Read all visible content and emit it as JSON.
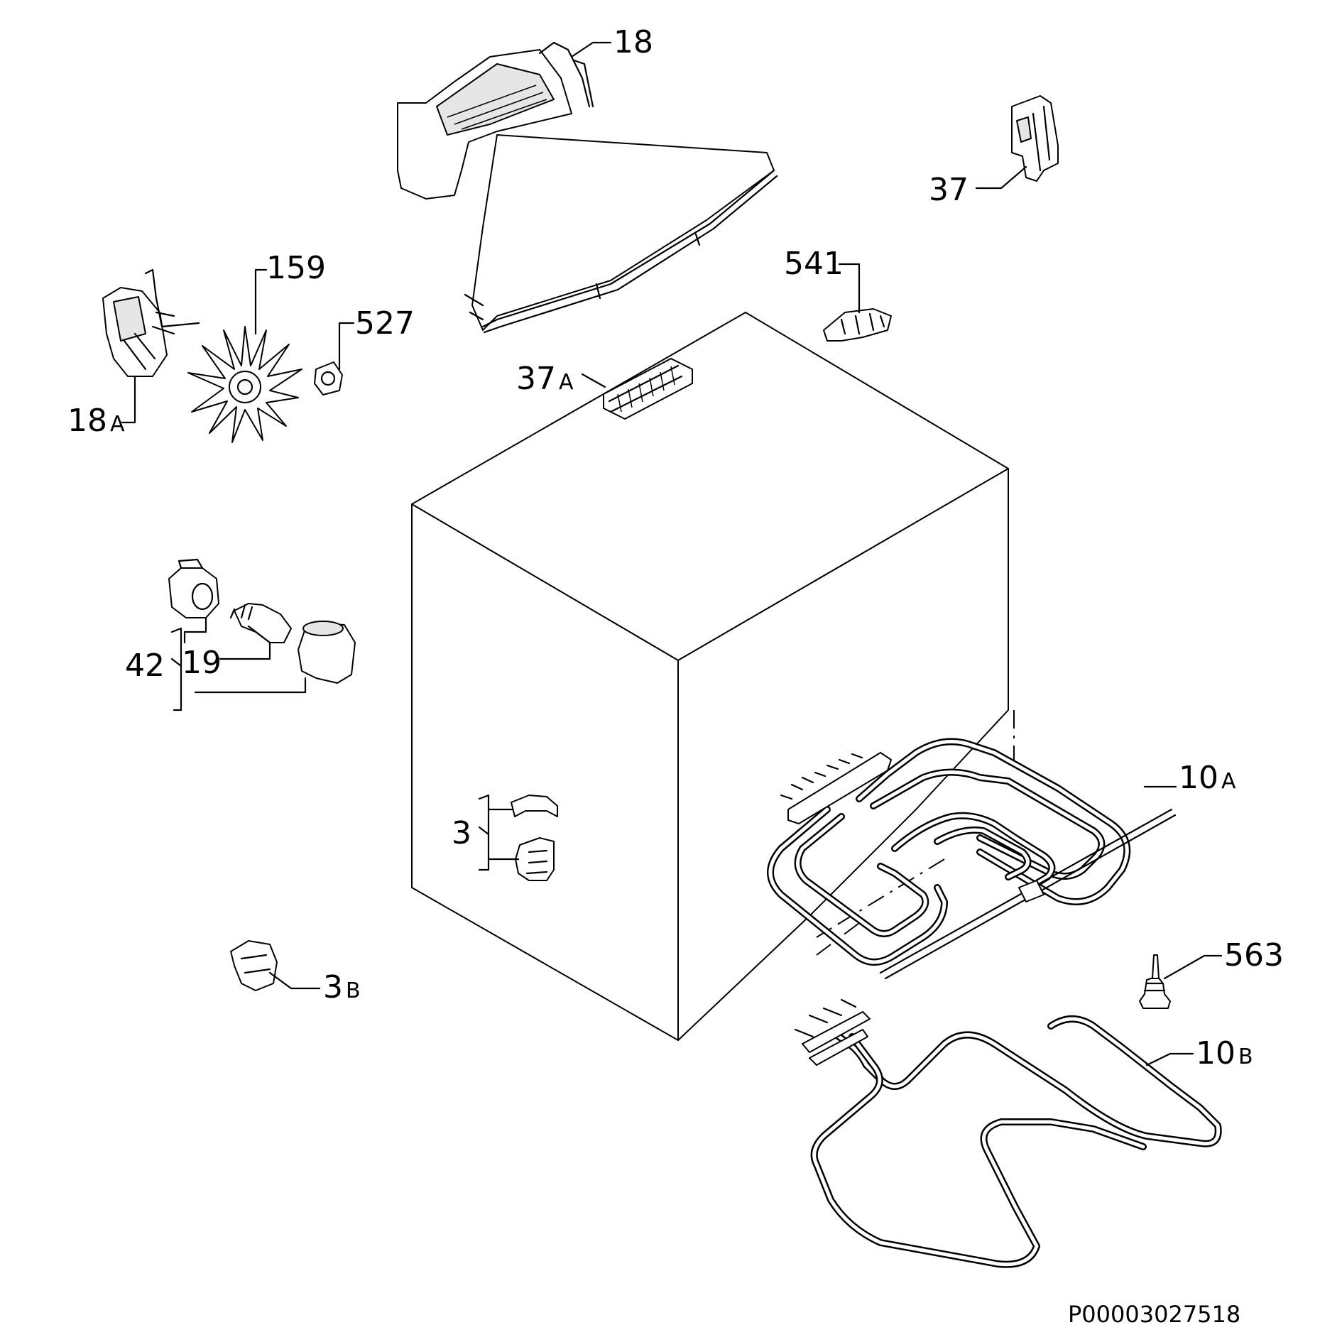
{
  "diagram": {
    "callouts": [
      {
        "id": "18",
        "number": "18",
        "suffix": ""
      },
      {
        "id": "37",
        "number": "37",
        "suffix": ""
      },
      {
        "id": "159",
        "number": "159",
        "suffix": ""
      },
      {
        "id": "527",
        "number": "527",
        "suffix": ""
      },
      {
        "id": "541",
        "number": "541",
        "suffix": ""
      },
      {
        "id": "18A",
        "number": "18",
        "suffix": "A"
      },
      {
        "id": "37A",
        "number": "37",
        "suffix": "A"
      },
      {
        "id": "42",
        "number": "42",
        "suffix": ""
      },
      {
        "id": "19",
        "number": "19",
        "suffix": ""
      },
      {
        "id": "3",
        "number": "3",
        "suffix": ""
      },
      {
        "id": "10A",
        "number": "10",
        "suffix": "A"
      },
      {
        "id": "563",
        "number": "563",
        "suffix": ""
      },
      {
        "id": "3B",
        "number": "3",
        "suffix": "B"
      },
      {
        "id": "10B",
        "number": "10",
        "suffix": "B"
      }
    ],
    "document_id": "P00003027518"
  }
}
